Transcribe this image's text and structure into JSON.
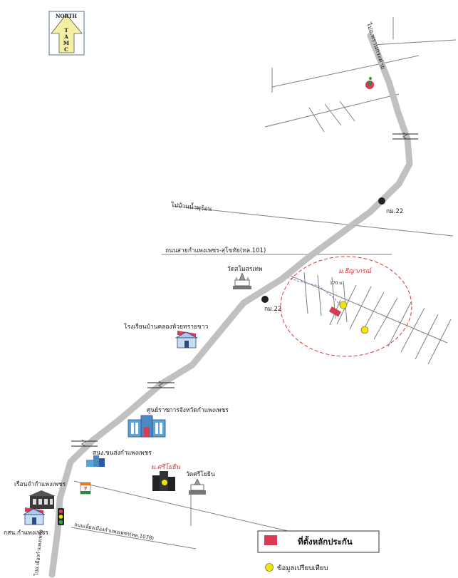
{
  "north_arrow": {
    "title": "NORTH",
    "letters": [
      "T",
      "A",
      "M",
      "C"
    ]
  },
  "labels": {
    "top_right_road": "ไปอ.พรานกระต่าย",
    "road_left_1": "ไปบ้านน้ำพุร้อน",
    "road_main_junction": "ถนนสายกำแพงเพชร-สุโขทัย(ทล.101)",
    "km22_top": "กม.22",
    "km22_mid": "กม.22",
    "temple_top": "วัดสโมสรเทพ",
    "school": "โรงเรียนบ้านคลองห้วยทรายขาว",
    "site_village": "ม.ธิญาภรณ์",
    "distance": "170 ม.",
    "provincial_center": "ศูนย์ราชการจังหวัดกำแพงเพชร",
    "office_small": "สนง.ขนส่งกำแพงเพชร",
    "mansion": "ม.ศรีโยธิน",
    "temple_bottom": "วัดศรีโยธิน",
    "jail": "เรือนจำกำแพงเพชร",
    "bank": "กสน.กำแพงเพชร",
    "bottom_road": "ถนนเลี่ยงเมืองกำแพงเพชร(ทล.1078)",
    "left_bottom_road": "ไปอ.เมืองกำแพงเพชร"
  },
  "legend": {
    "collateral": "ที่ตั้งหลักประกัน",
    "comparables": "ข้อมูลเปรียบเทียบ"
  },
  "colors": {
    "road": "#c0c0c0",
    "thin_road": "#808080",
    "north_fill": "#f3f0a6",
    "collateral": "#d93a54",
    "comparable": "#f2e600",
    "site_circle": "#e03030"
  }
}
